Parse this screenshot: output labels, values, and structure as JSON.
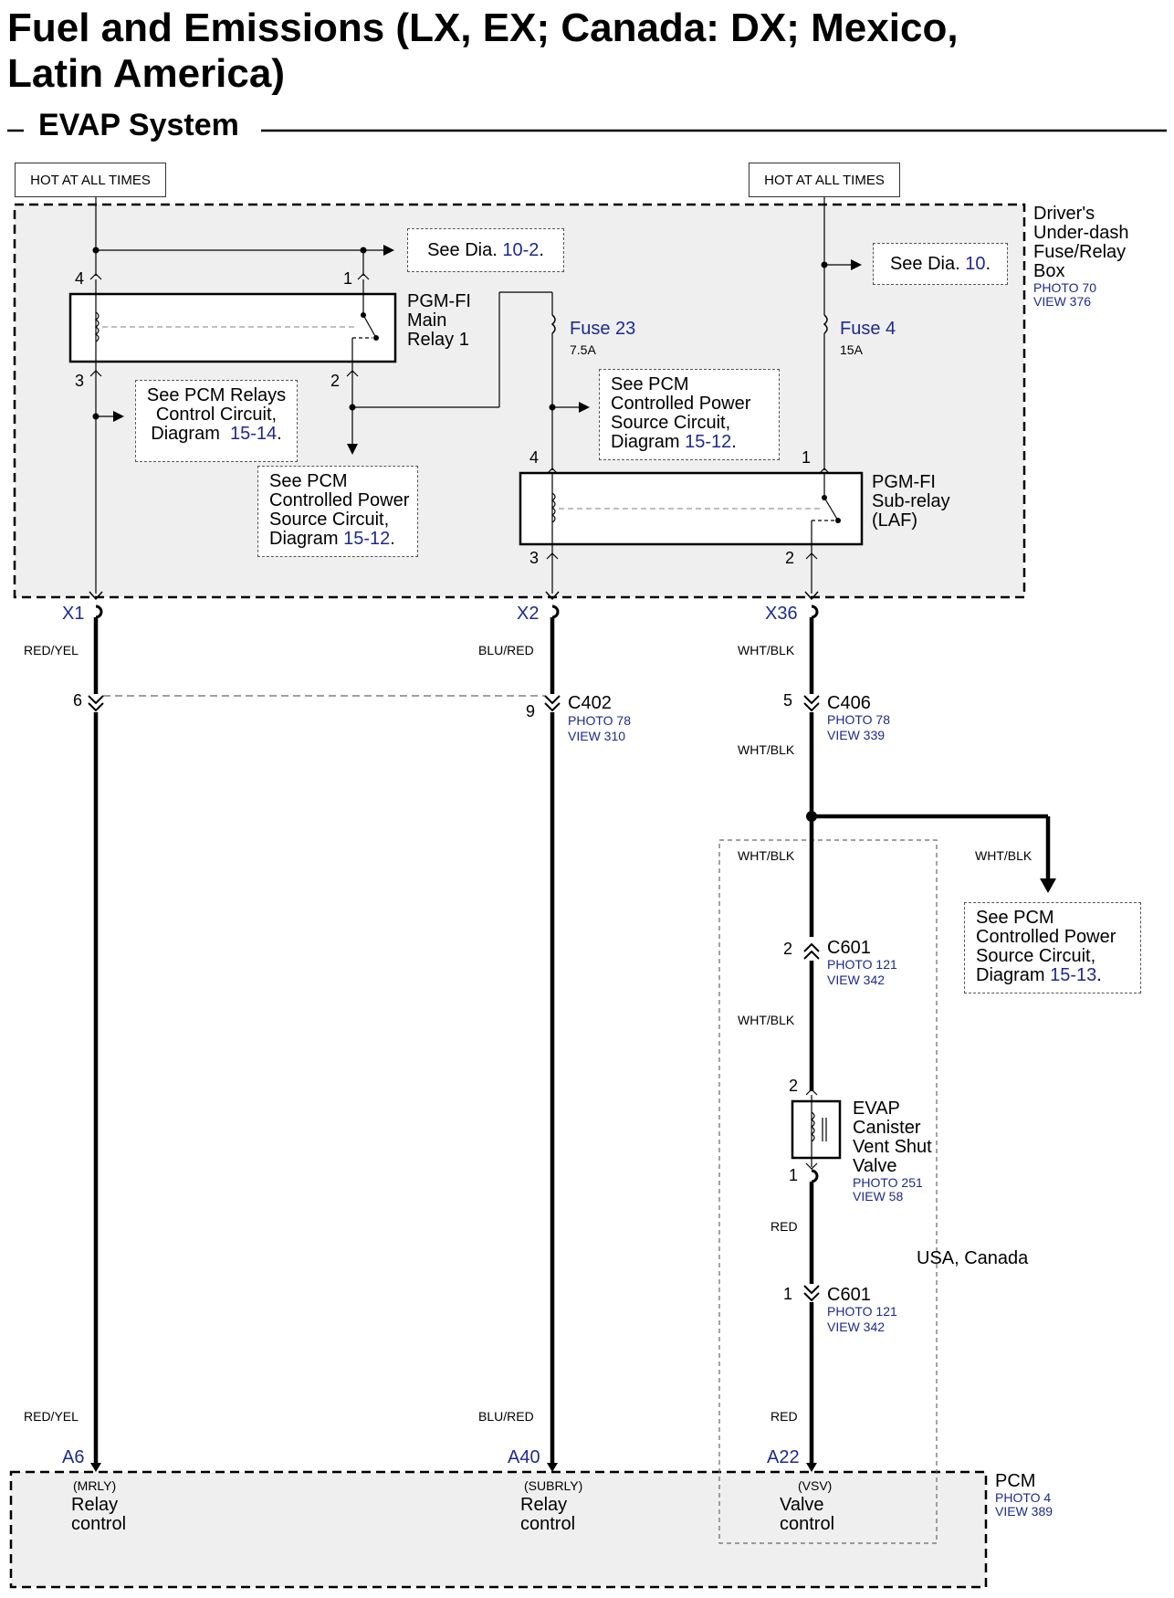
{
  "header": {
    "title_line1": "Fuel and Emissions (LX, EX; Canada: DX; Mexico,",
    "title_line2": "Latin America)",
    "section": "EVAP System"
  },
  "hot_labels": [
    "HOT AT ALL TIMES",
    "HOT AT ALL TIMES"
  ],
  "fuse_box": {
    "name_lines": [
      "Driver's",
      "Under-dash",
      "Fuse/Relay",
      "Box"
    ],
    "photo": "PHOTO 70",
    "view": "VIEW 376"
  },
  "refs": {
    "dia_10_2": {
      "text": "See Dia.",
      "link": "10-2",
      "suffix": "."
    },
    "dia_10": {
      "text": "See Dia.",
      "link": "10",
      "suffix": "."
    },
    "pcm_relays": {
      "lines": [
        "See PCM Relays",
        "Control Circuit,",
        "Diagram"
      ],
      "link": "15-14",
      "suffix": "."
    },
    "pcm_power_1": {
      "lines": [
        "See PCM",
        "Controlled Power",
        "Source Circuit,",
        "Diagram"
      ],
      "link": "15-12",
      "suffix": "."
    },
    "pcm_power_2": {
      "lines": [
        "See PCM",
        "Controlled Power",
        "Source Circuit,",
        "Diagram"
      ],
      "link": "15-12",
      "suffix": "."
    },
    "pcm_power_3": {
      "lines": [
        "See PCM",
        "Controlled Power",
        "Source Circuit,",
        "Diagram"
      ],
      "link": "15-13",
      "suffix": "."
    }
  },
  "relays": {
    "main": {
      "lines": [
        "PGM-FI",
        "Main",
        "Relay 1"
      ],
      "pins": [
        "4",
        "1",
        "3",
        "2"
      ]
    },
    "sub": {
      "lines": [
        "PGM-FI",
        "Sub-relay",
        "(LAF)"
      ],
      "pins": [
        "4",
        "1",
        "3",
        "2"
      ]
    }
  },
  "fuses": {
    "f23": {
      "name": "Fuse 23",
      "rating": "7.5A"
    },
    "f4": {
      "name": "Fuse 4",
      "rating": "15A"
    }
  },
  "terminals": {
    "x1": "X1",
    "x2": "X2",
    "x36": "X36",
    "a6": "A6",
    "a40": "A40",
    "a22": "A22"
  },
  "wires": {
    "red_yel_top": "RED/YEL",
    "blu_red_top": "BLU/RED",
    "wht_blk_top": "WHT/BLK",
    "wht_blk_2": "WHT/BLK",
    "wht_blk_3": "WHT/BLK",
    "wht_blk_branch": "WHT/BLK",
    "wht_blk_4": "WHT/BLK",
    "red_1": "RED",
    "red_yel_bot": "RED/YEL",
    "blu_red_bot": "BLU/RED",
    "red_2": "RED"
  },
  "connectors": {
    "c402": {
      "pin_a": "6",
      "pin_b": "9",
      "name": "C402",
      "photo": "PHOTO 78",
      "view": "VIEW 310"
    },
    "c406": {
      "pin": "5",
      "name": "C406",
      "photo": "PHOTO 78",
      "view": "VIEW 339"
    },
    "c601_a": {
      "pin": "2",
      "name": "C601",
      "photo": "PHOTO 121",
      "view": "VIEW 342"
    },
    "c601_b": {
      "pin": "1",
      "name": "C601",
      "photo": "PHOTO 121",
      "view": "VIEW 342"
    }
  },
  "evap_valve": {
    "lines": [
      "EVAP",
      "Canister",
      "Vent Shut",
      "Valve"
    ],
    "photo": "PHOTO 251",
    "view": "VIEW 58",
    "pin_top": "2",
    "pin_bottom": "1"
  },
  "region_label": "USA, Canada",
  "pcm": {
    "name": "PCM",
    "photo": "PHOTO 4",
    "view": "VIEW 389",
    "inputs": [
      {
        "code": "(MRLY)",
        "line1": "Relay",
        "line2": "control"
      },
      {
        "code": "(SUBRLY)",
        "line1": "Relay",
        "line2": "control"
      },
      {
        "code": "(VSV)",
        "line1": "Valve",
        "line2": "control"
      }
    ]
  },
  "colors": {
    "link": "#1c2a8f",
    "box_fill": "#efefef",
    "wire": "#000000"
  }
}
